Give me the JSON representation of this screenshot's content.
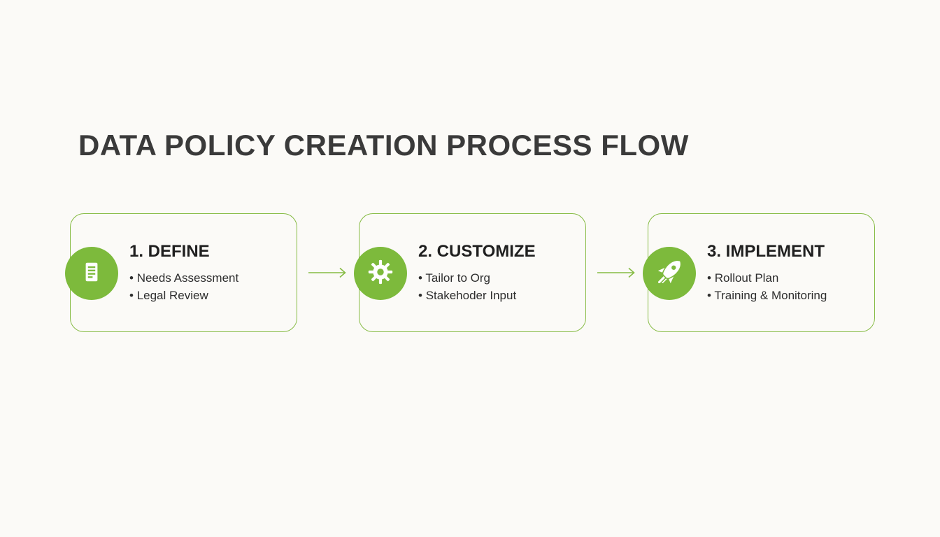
{
  "page": {
    "title": "DATA POLICY CREATION PROCESS FLOW"
  },
  "colors": {
    "accent_green": "#7dba3c",
    "card_border_green": "#86bb44",
    "title_text": "#3a3a3a",
    "background": "#fbfaf7"
  },
  "steps": [
    {
      "title": "1. DEFINE",
      "icon": "document-icon",
      "bullets": [
        "Needs Assessment",
        "Legal Review"
      ]
    },
    {
      "title": "2. CUSTOMIZE",
      "icon": "gear-icon",
      "bullets": [
        "Tailor to Org",
        "Stakehoder Input"
      ]
    },
    {
      "title": "3. IMPLEMENT",
      "icon": "rocket-icon",
      "bullets": [
        "Rollout Plan",
        "Training & Monitoring"
      ]
    }
  ]
}
